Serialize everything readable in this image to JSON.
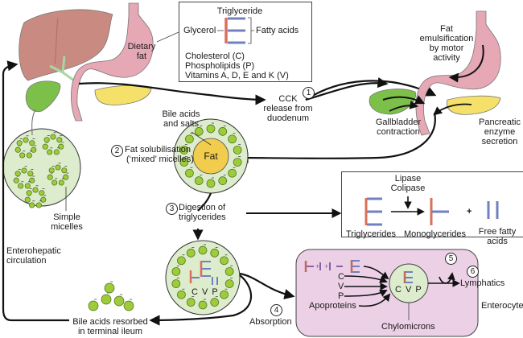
{
  "colors": {
    "liver": "#c98a82",
    "stomach": "#e5a8b4",
    "gallbladder": "#7cc04a",
    "pancreas": "#f5e06a",
    "micelle_bg": "#dceccc",
    "bile_bead": "#9ccc38",
    "fat_core": "#f2cc4c",
    "glycerol": "#d9705a",
    "fatty_acid": "#7080c0",
    "enterocyte": "#ecd0e6",
    "arrow": "#111111"
  },
  "legend_box": {
    "title": "Triglyceride",
    "glycerol_label": "Glycerol",
    "fatty_acids_label": "Fatty acids",
    "lines": [
      "Cholesterol (C)",
      "Phospholipids (P)",
      "Vitamins A, D, E and K (V)"
    ]
  },
  "labels": {
    "dietary_fat": [
      "Dietary",
      "fat"
    ],
    "fat_emulsification": [
      "Fat",
      "emulsification",
      "by motor",
      "activity"
    ],
    "step1_number": "1",
    "cck": [
      "CCK",
      "release from",
      "duodenum"
    ],
    "gallbladder_contraction": [
      "Gallbladder",
      "contraction"
    ],
    "pancreatic_secretion": [
      "Pancreatic",
      "enzyme",
      "secretion"
    ],
    "bile_acids_salts": [
      "Bile acids",
      "and salts"
    ],
    "fat_core": "Fat",
    "step2_number": "2",
    "step2": [
      "Fat solubilisation",
      "(‘mixed’ micelles)"
    ],
    "simple_micelles": [
      "Simple",
      "micelles"
    ],
    "step3_number": "3",
    "step3": [
      "Digestion of",
      "triglycerides"
    ],
    "enterohepatic": [
      "Enterohepatic",
      "circulation"
    ],
    "bile_resorbed": [
      "Bile acids resorbed",
      "in terminal ileum"
    ],
    "step4_number": "4",
    "absorption": "Absorption",
    "micelle_cvp": "C V P",
    "step5_number": "5",
    "step6_number": "6",
    "lymphatics": "Lymphatics",
    "enterocyte": "Enterocyte",
    "chylomicrons": "Chylomicrons",
    "chylo_cvp": "C V P",
    "entero_c": "C",
    "entero_v": "V",
    "entero_p": "P",
    "apoproteins": "Apoproteins",
    "entero_plus": "+"
  },
  "digestion_box": {
    "enzymes": [
      "Lipase",
      "Colipase"
    ],
    "triglycerides": "Triglycerides",
    "monoglycerides": "Monoglycerides",
    "plus": "+",
    "free_fatty_acids": [
      "Free fatty",
      "acids"
    ]
  }
}
